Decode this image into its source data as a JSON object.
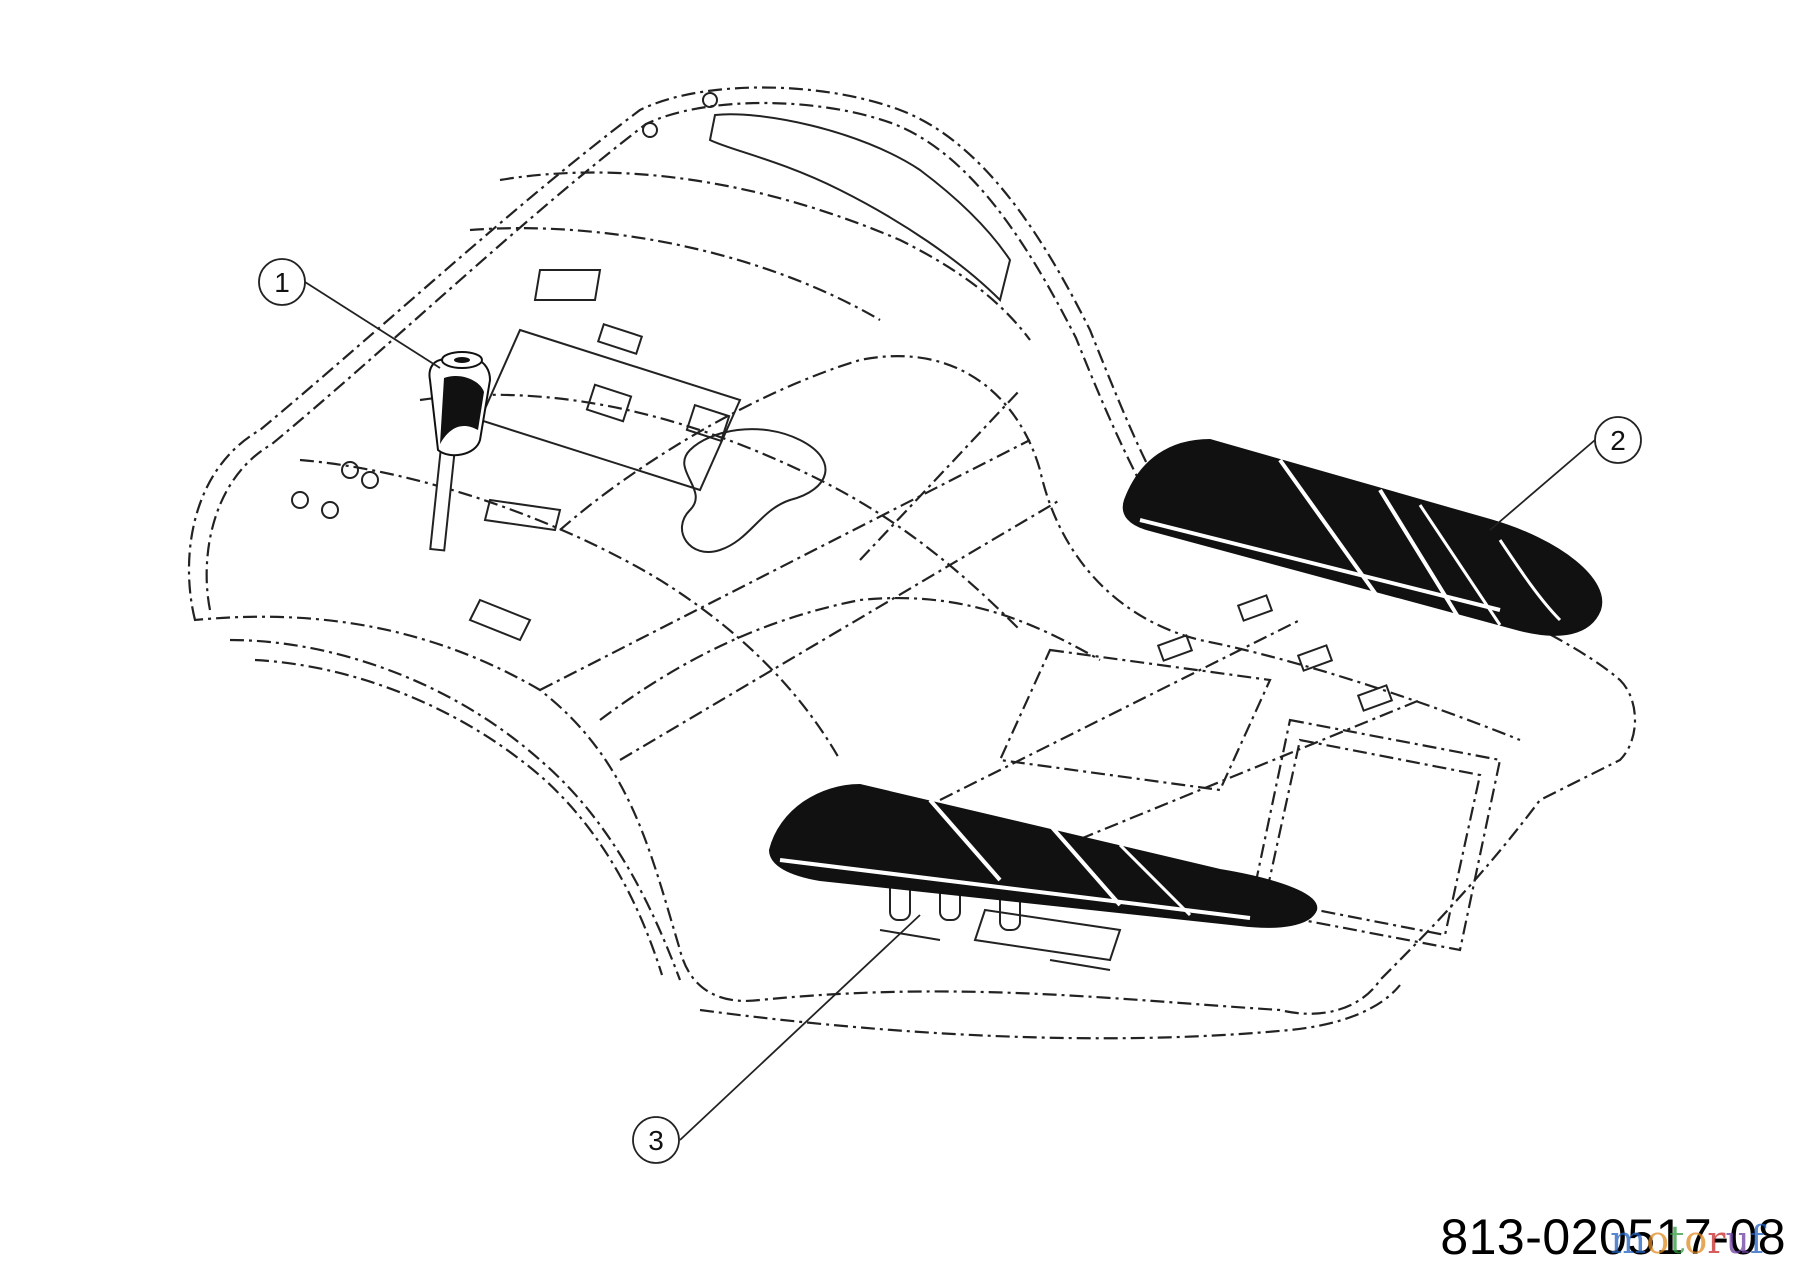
{
  "diagram": {
    "callouts": [
      {
        "label": "1",
        "part": "shift knob / lever"
      },
      {
        "label": "2",
        "part": "right foot pad"
      },
      {
        "label": "3",
        "part": "left foot pad"
      }
    ],
    "drawing_number": "813-020517-08",
    "watermark": {
      "text": "motoruf",
      "letters": [
        "m",
        "o",
        "t",
        "o",
        "r",
        "u",
        "f"
      ]
    },
    "colors": {
      "line": "#222222",
      "fill_dark": "#111111",
      "background": "#ffffff"
    }
  }
}
